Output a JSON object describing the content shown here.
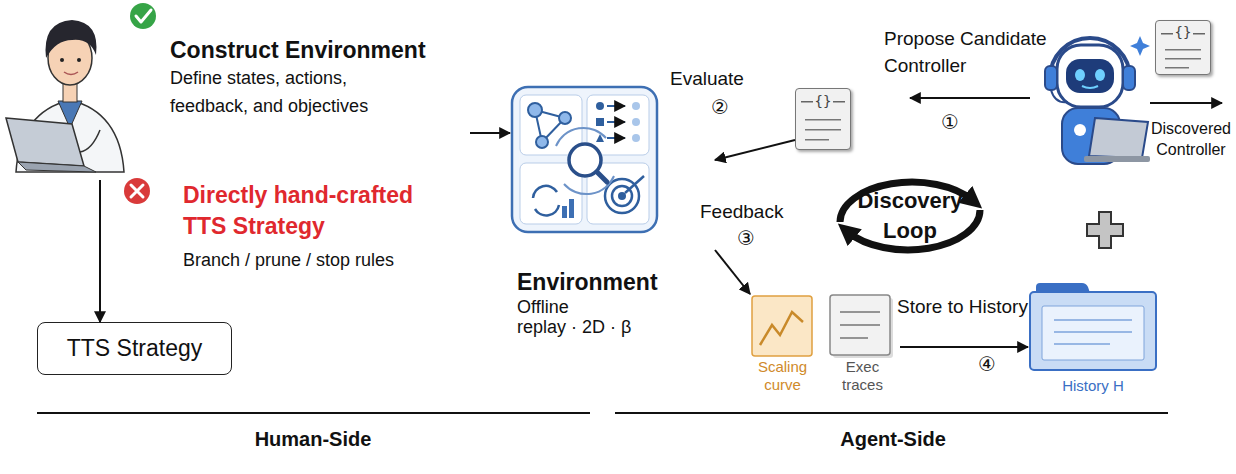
{
  "diagram": {
    "nodes": [
      {
        "text": [
          "Construct Environment",
          "Define states, actions, feedback, and objectives"
        ]
      },
      {
        "text": [
          "Directly hand-crafted TTS Strategy",
          "Branch / prune / stop rules"
        ]
      },
      {
        "text": [
          "TTS Strategy"
        ]
      },
      {
        "text": [
          "Environment",
          "Offline",
          "replay · 2D · β"
        ]
      },
      {
        "text": [
          "{}"
        ]
      },
      {
        "text": [
          "{}",
          "Discovered Controller"
        ]
      },
      {
        "text": [
          "Scaling curve"
        ]
      },
      {
        "text": [
          "Exec traces"
        ]
      },
      {
        "text": [
          "History H"
        ]
      }
    ],
    "edges": [
      {
        "from": 0,
        "to": 3,
        "arrow": "to"
      },
      {
        "from": 1,
        "to": 2,
        "arrow": "to"
      },
      {
        "from": 4,
        "to": 3,
        "arrow": "to",
        "label": "Evaluate"
      },
      {
        "from": 3,
        "to": 6,
        "arrow": "to",
        "label": "Feedback"
      },
      {
        "from": 7,
        "to": 8,
        "arrow": "to",
        "label": "Store to History"
      }
    ],
    "labels": [
      "Propose Candidate Controller",
      "①",
      "②",
      "③",
      "④",
      "Discovery Loop",
      "Human-Side",
      "Agent-Side"
    ]
  }
}
